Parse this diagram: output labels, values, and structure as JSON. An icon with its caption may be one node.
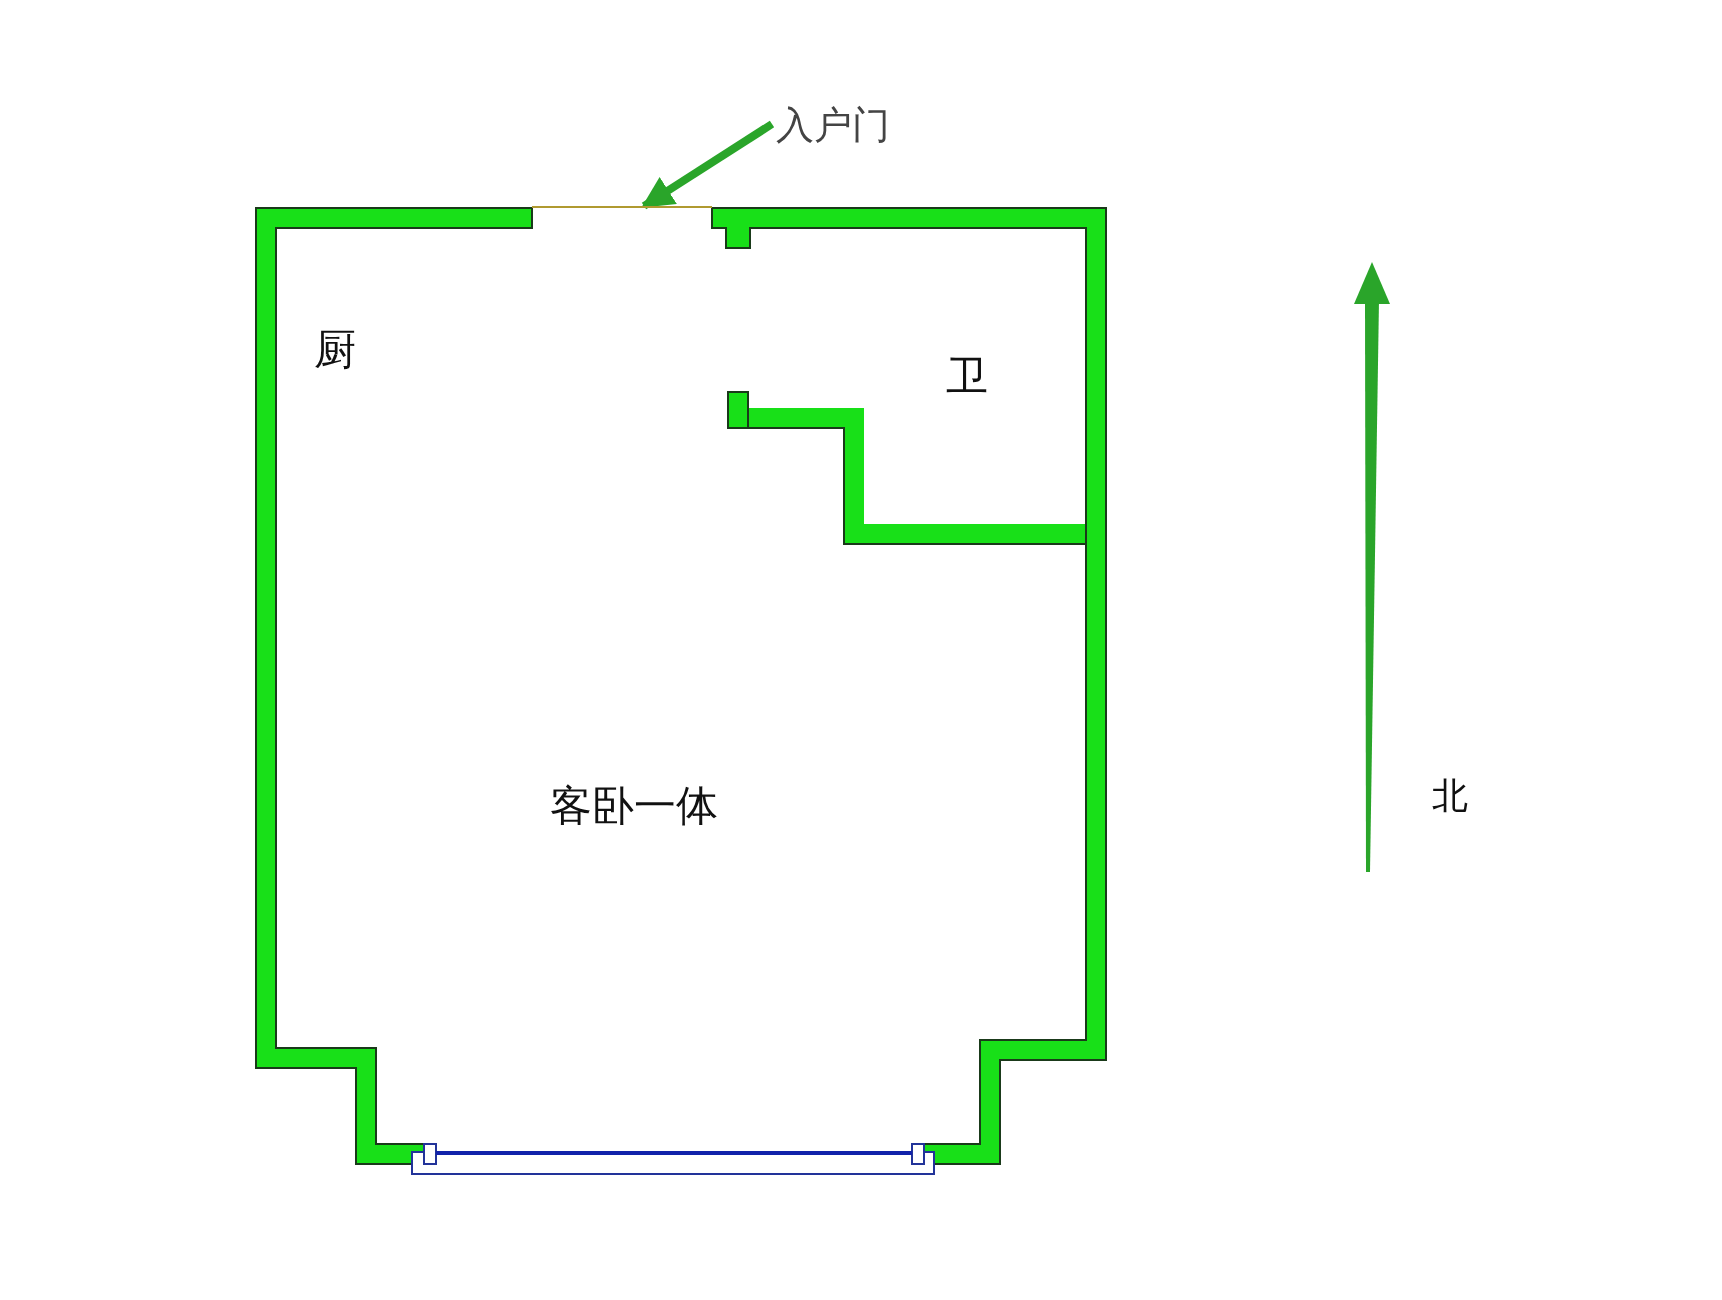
{
  "diagram": {
    "nodes": [
      {
        "text": [
          "入户门"
        ]
      },
      {
        "text": [],
        "shape": "line"
      }
    ],
    "edges": [
      {
        "from": 0,
        "to": 1,
        "arrow": "to"
      }
    ],
    "labels": [
      "厨",
      "卫",
      "客卧一体",
      "北"
    ]
  }
}
